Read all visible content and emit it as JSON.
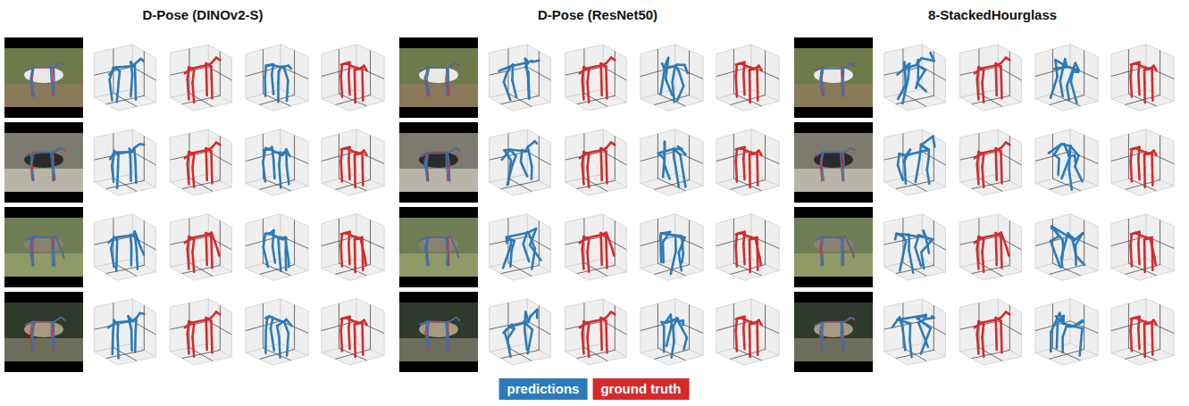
{
  "diagram": {
    "labels": [
      "D-Pose (DINOv2-S)",
      "D-Pose (ResNet50)",
      "8-StackedHourglass"
    ],
    "legend": [
      {
        "text": "predictions",
        "color": "#2b7bba"
      },
      {
        "text": "ground truth",
        "color": "#d62a2a"
      }
    ]
  }
}
